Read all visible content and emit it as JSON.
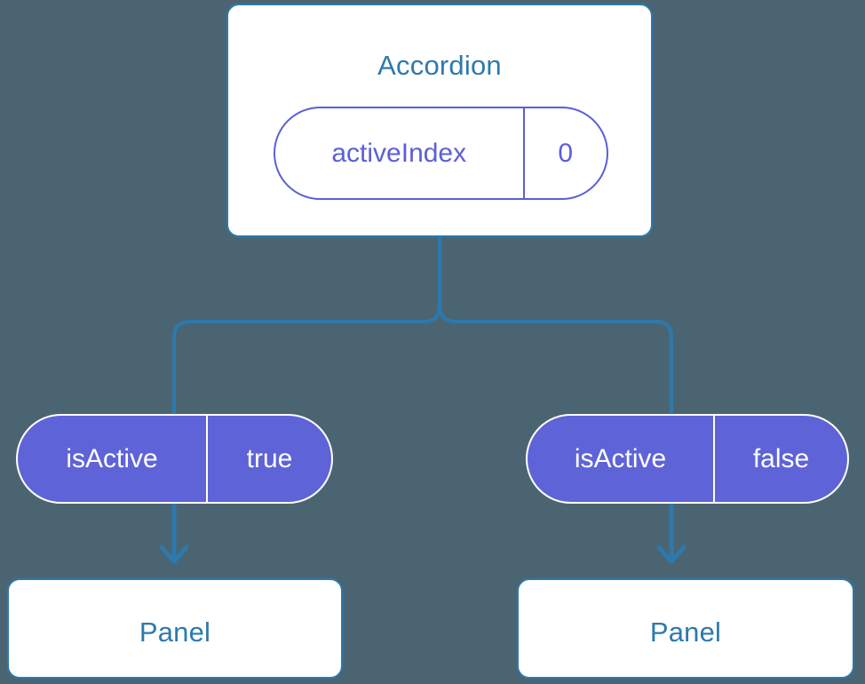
{
  "diagram": {
    "type": "component-tree",
    "background_color": "#4a6571",
    "root": {
      "name": "accordion-node",
      "title": "Accordion",
      "state": {
        "key": "activeIndex",
        "value": "0"
      }
    },
    "children": [
      {
        "name": "panel-left",
        "title": "Panel",
        "prop": {
          "key": "isActive",
          "value": "true"
        }
      },
      {
        "name": "panel-right",
        "title": "Panel",
        "prop": {
          "key": "isActive",
          "value": "false"
        }
      }
    ],
    "colors": {
      "background": "#4a6571",
      "card_border": "#2d79ad",
      "card_fill": "#ffffff",
      "title_text": "#2d79ad",
      "connector": "#2d79ad",
      "pill_accent": "#5b5fd6",
      "pill_fill": "#5f63d8",
      "pill_text_on_fill": "#ffffff"
    }
  }
}
